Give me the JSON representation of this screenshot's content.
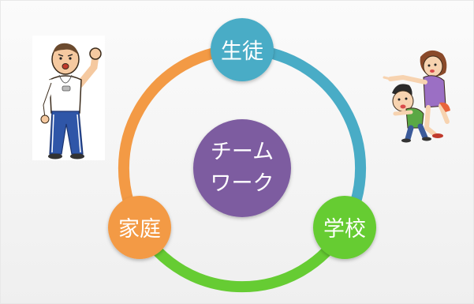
{
  "diagram": {
    "center": {
      "line1": "チーム",
      "line2": "ワーク",
      "color": "#7d5ca0"
    },
    "nodes": [
      {
        "id": "students",
        "label": "生徒",
        "color": "#49acc6"
      },
      {
        "id": "school",
        "label": "学校",
        "color": "#66cc33"
      },
      {
        "id": "family",
        "label": "家庭",
        "color": "#f39a45"
      }
    ],
    "ring_colors": {
      "right_arc": "#49acc6",
      "bottom_arc": "#66cc33",
      "left_arc": "#f39a45"
    }
  },
  "illustrations": {
    "left": "coach-with-whistle",
    "right": "children-pointing"
  }
}
